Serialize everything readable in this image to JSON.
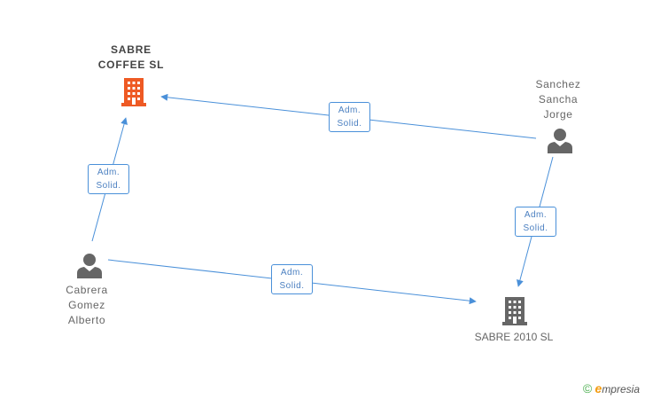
{
  "nodes": {
    "sabre_coffee": {
      "label": "SABRE\nCOFFEE  SL",
      "color": "#ee5a24"
    },
    "sanchez": {
      "label": "Sanchez\nSancha\nJorge"
    },
    "cabrera": {
      "label": "Cabrera\nGomez\nAlberto"
    },
    "sabre_2010": {
      "label": "SABRE 2010 SL",
      "color": "#666666"
    }
  },
  "edges": {
    "sanchez_to_coffee": {
      "label": "Adm.\nSolid."
    },
    "cabrera_to_coffee": {
      "label": "Adm.\nSolid."
    },
    "sanchez_to_2010": {
      "label": "Adm.\nSolid."
    },
    "cabrera_to_2010": {
      "label": "Adm.\nSolid."
    }
  },
  "colors": {
    "edge": "#4a90d9",
    "person": "#666666"
  },
  "brand": {
    "copyright": "©",
    "initial": "e",
    "rest": "mpresia"
  }
}
